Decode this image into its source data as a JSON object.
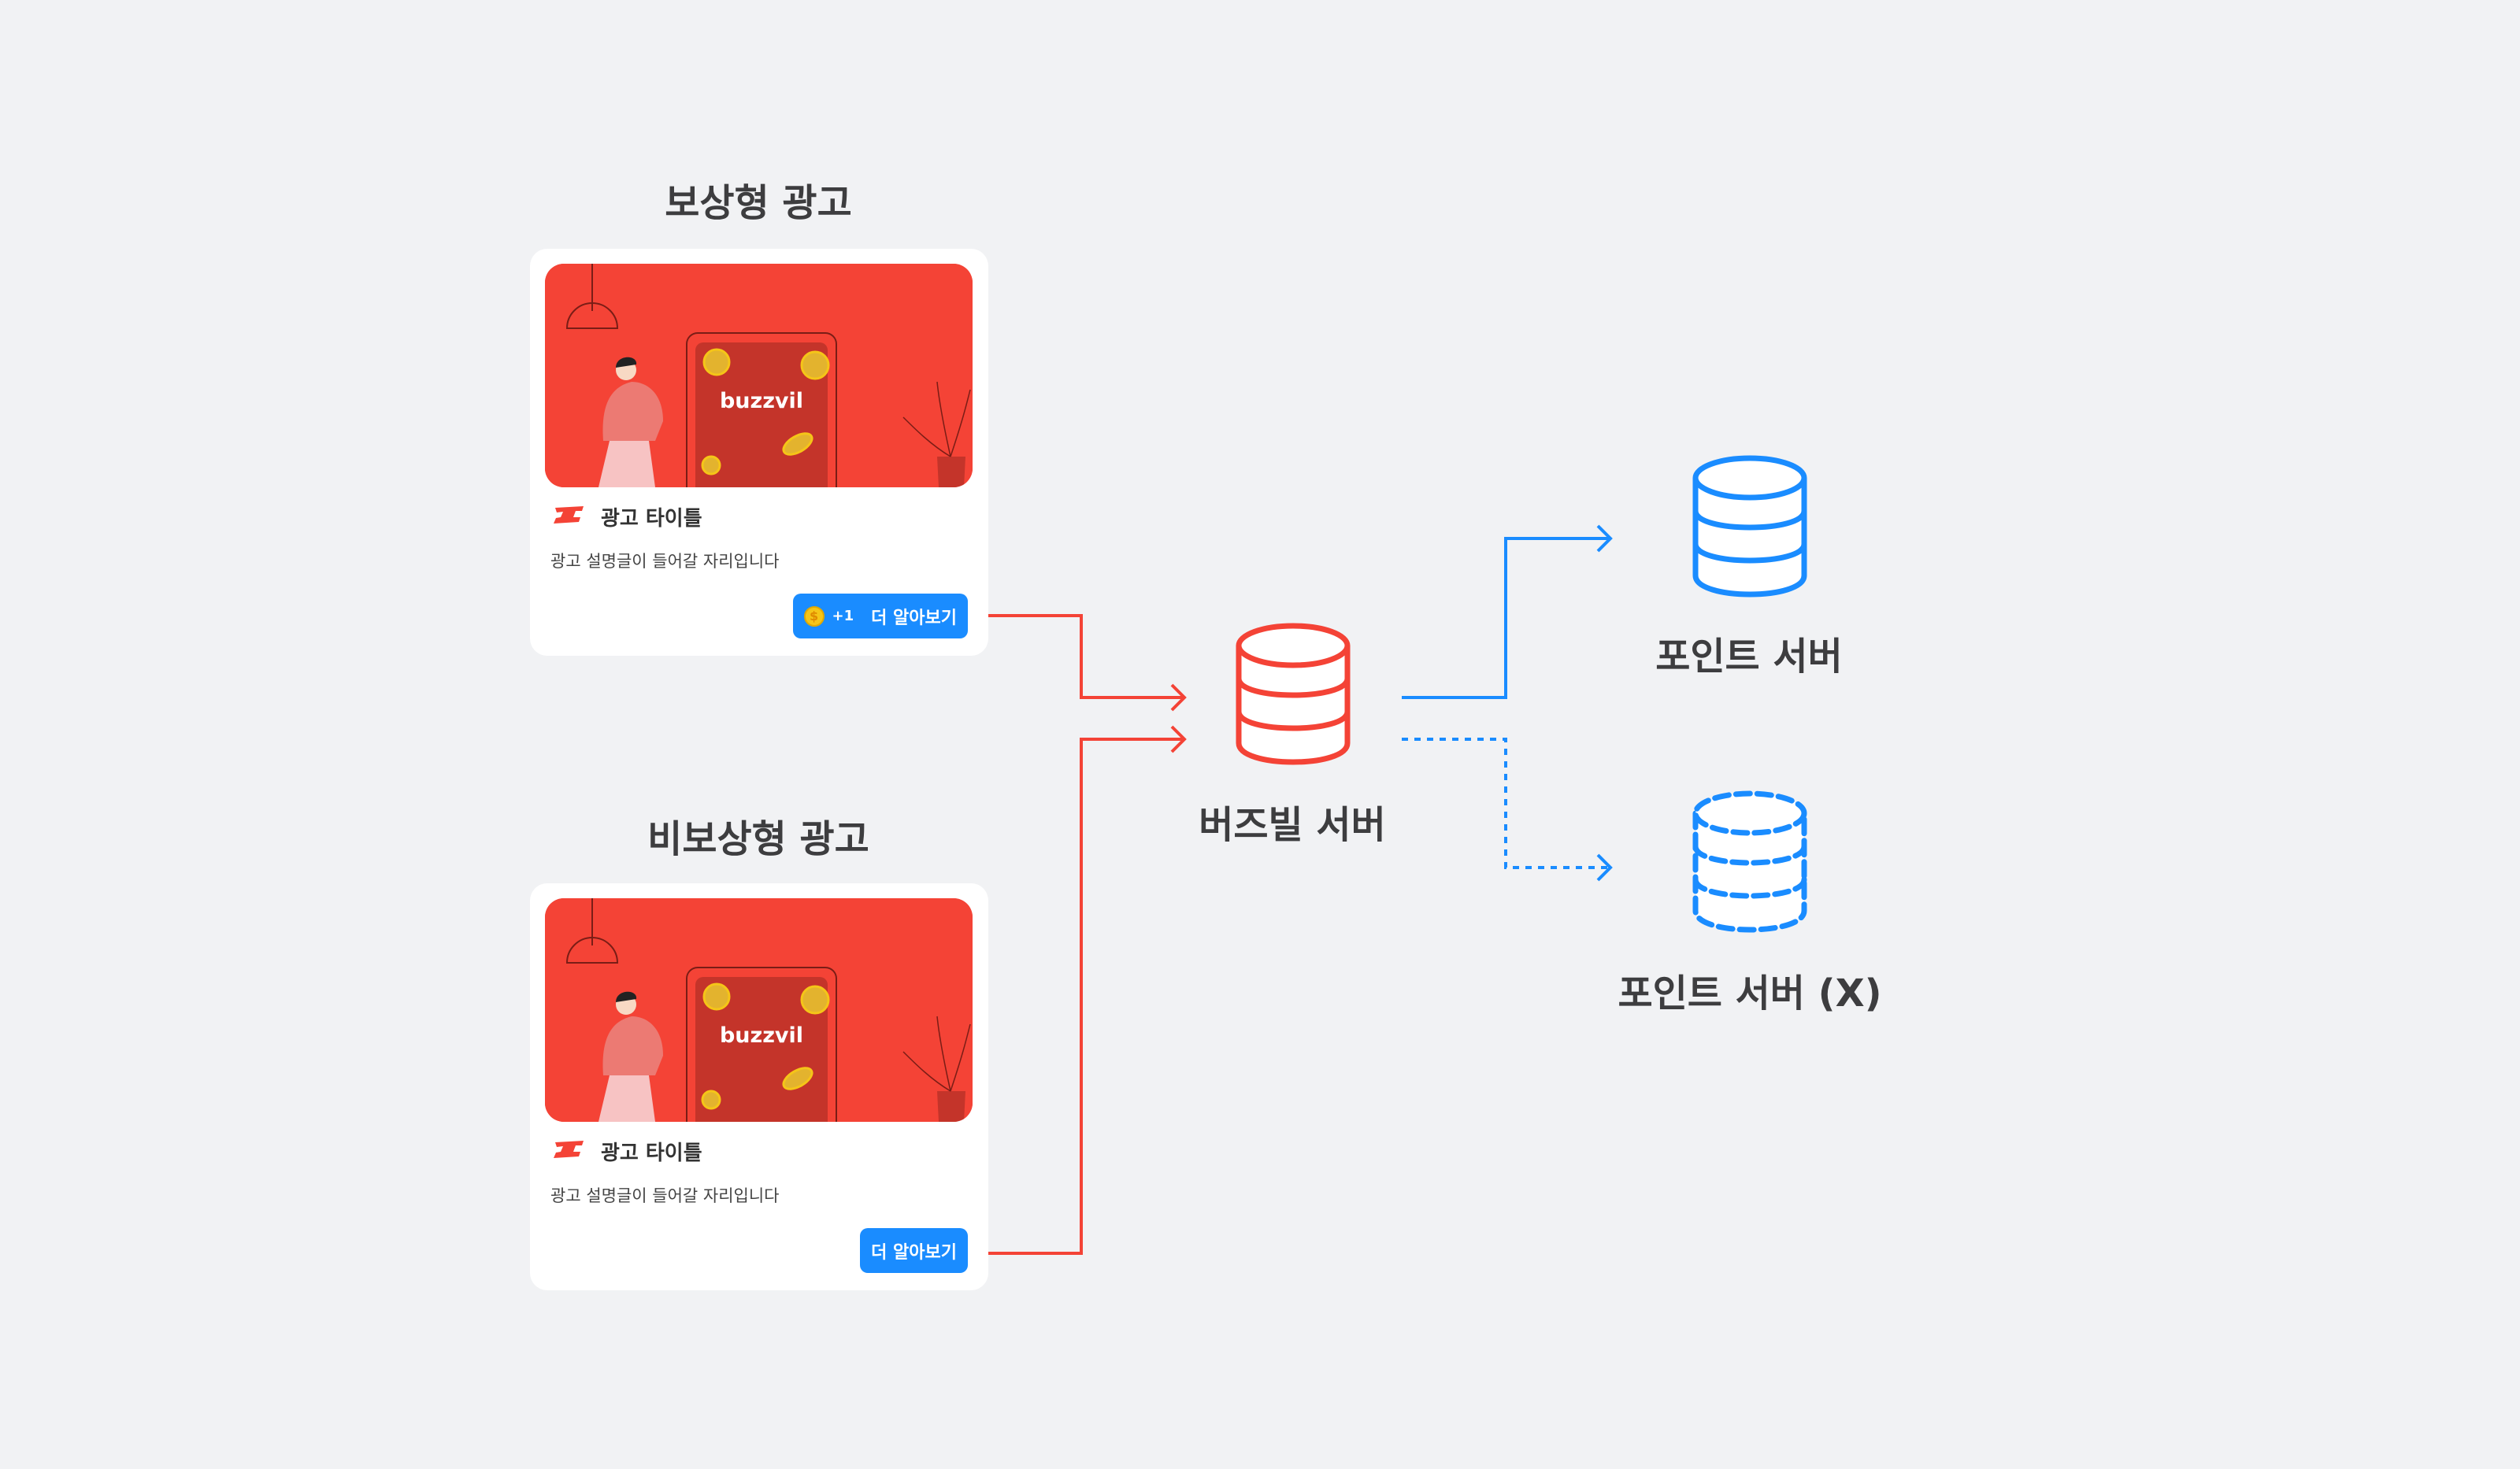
{
  "sections": [
    {
      "title": "보상형 광고",
      "ad": {
        "title": "광고 타이틀",
        "description": "광고 설명글이 들어갈 자리입니다",
        "reward": "+1",
        "cta": "더 알아보기",
        "logo_text": "buzzvil"
      }
    },
    {
      "title": "비보상형 광고",
      "ad": {
        "title": "광고 타이틀",
        "description": "광고 설명글이 들어갈 자리입니다",
        "cta": "더 알아보기",
        "logo_text": "buzzvil"
      }
    }
  ],
  "nodes": {
    "buzzvil_server": "버즈빌 서버",
    "point_server": "포인트 서버",
    "point_server_x": "포인트 서버 (X)"
  },
  "colors": {
    "red": "#f44336",
    "blue": "#1a8cff",
    "background": "#f1f2f4"
  }
}
